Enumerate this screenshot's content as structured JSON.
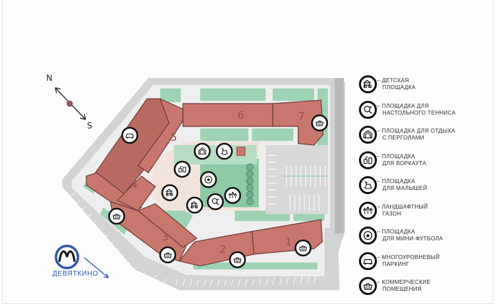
{
  "compass": {
    "north": "N",
    "south": "S"
  },
  "metro": {
    "station": "ДЕВЯТКИНО",
    "logo_letter": "M",
    "color": "#2e57a8"
  },
  "buildings": [
    {
      "number": "1"
    },
    {
      "number": "2"
    },
    {
      "number": "3"
    },
    {
      "number": "4"
    },
    {
      "number": "5"
    },
    {
      "number": "6"
    },
    {
      "number": "7"
    }
  ],
  "colors": {
    "building": "#c9776d",
    "building_dark": "#b0625a",
    "building_label": "#9a4f48",
    "green": "#9ed3b5",
    "pavement": "#f2e4da",
    "road": "#c9c9c9",
    "parking": "#d5d5d5"
  },
  "legend": {
    "items": [
      {
        "icon": "playground-icon",
        "line1": "– ДЕТСКАЯ",
        "line2": "ПЛОЩАДКА"
      },
      {
        "icon": "table-tennis-icon",
        "line1": "– ПЛОЩАДКА ДЛЯ",
        "line2": "НАСТОЛЬНОГО ТЕННИСА"
      },
      {
        "icon": "pergola-icon",
        "line1": "– ПЛОЩАДКА ДЛЯ ОТДЫХА",
        "line2": "С ПЕРГОЛАМИ"
      },
      {
        "icon": "workout-icon",
        "line1": "– ПЛОЩАДКА",
        "line2": "ДЛЯ ВОРКАУТА"
      },
      {
        "icon": "rocking-horse-icon",
        "line1": "– ПЛОЩАДКА",
        "line2": "ДЛЯ МАЛЫШЕЙ"
      },
      {
        "icon": "lawn-icon",
        "line1": "– ЛАНДШАФТНЫЙ",
        "line2": "ГАЗОН"
      },
      {
        "icon": "football-icon",
        "line1": "– ПЛОЩАДКА",
        "line2": "ДЛЯ МИНИ-ФУТБОЛА"
      },
      {
        "icon": "car-parking-icon",
        "line1": "– МНОГОУРОВНЕВЫЙ",
        "line2": "ПАРКИНГ"
      },
      {
        "icon": "shopping-basket-icon",
        "line1": "– КОММЕРЧЕСКИЕ",
        "line2": "ПОМЕЩЕНИЯ"
      }
    ]
  }
}
